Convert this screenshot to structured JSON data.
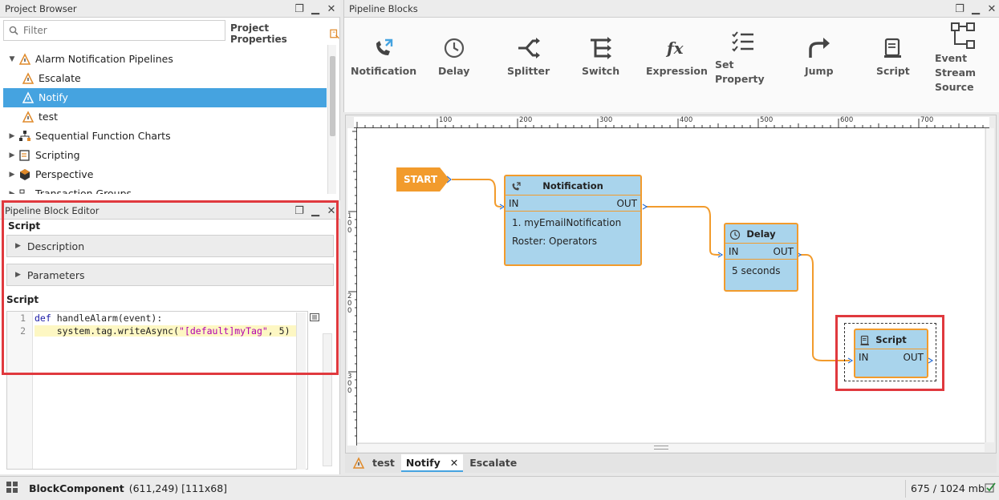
{
  "project_browser": {
    "title": "Project Browser",
    "filter_placeholder": "Filter",
    "properties_label": "Project Properties",
    "tree": {
      "root": "Alarm Notification Pipelines",
      "children": [
        "Escalate",
        "Notify",
        "test"
      ],
      "selected": "Notify",
      "other": [
        "Sequential Function Charts",
        "Scripting",
        "Perspective",
        "Transaction Groups"
      ]
    }
  },
  "block_editor": {
    "title": "Pipeline Block Editor",
    "section": "Script",
    "description_label": "Description",
    "parameters_label": "Parameters",
    "script_label": "Script",
    "code": {
      "line1_num": "1",
      "line2_num": "2",
      "line1_kw": "def",
      "line1_rest": " handleAlarm(event):",
      "line2_call": "    system.tag.writeAsync(",
      "line2_str": "\"[default]myTag\"",
      "line2_rest": ", 5)"
    }
  },
  "pipeline_blocks": {
    "title": "Pipeline Blocks",
    "tools": [
      "Notification",
      "Delay",
      "Splitter",
      "Switch",
      "Expression",
      "Set Property",
      "Jump",
      "Script",
      "Event Stream Source"
    ]
  },
  "ruler": {
    "top_labels": [
      "100",
      "200",
      "300",
      "400",
      "500",
      "600",
      "700"
    ],
    "left_labels": [
      "100",
      "200",
      "300"
    ]
  },
  "canvas": {
    "start_label": "START",
    "notification_block": {
      "title": "Notification",
      "in": "IN",
      "out": "OUT",
      "line1": "1. myEmailNotification",
      "line2": "Roster: Operators"
    },
    "delay_block": {
      "title": "Delay",
      "in": "IN",
      "out": "OUT",
      "line1": "5 seconds"
    },
    "script_block": {
      "title": "Script",
      "in": "IN",
      "out": "OUT"
    }
  },
  "tabs": [
    "test",
    "Notify",
    "Escalate"
  ],
  "active_tab": "Notify",
  "status": {
    "component": "BlockComponent",
    "coords": "(611,249) [111x68]",
    "memory": "675 / 1024 mb"
  },
  "colors": {
    "accent": "#45a3e0",
    "block_fill": "#a9d4ec",
    "block_border": "#f29b2c",
    "highlight_red": "#e0393e"
  }
}
